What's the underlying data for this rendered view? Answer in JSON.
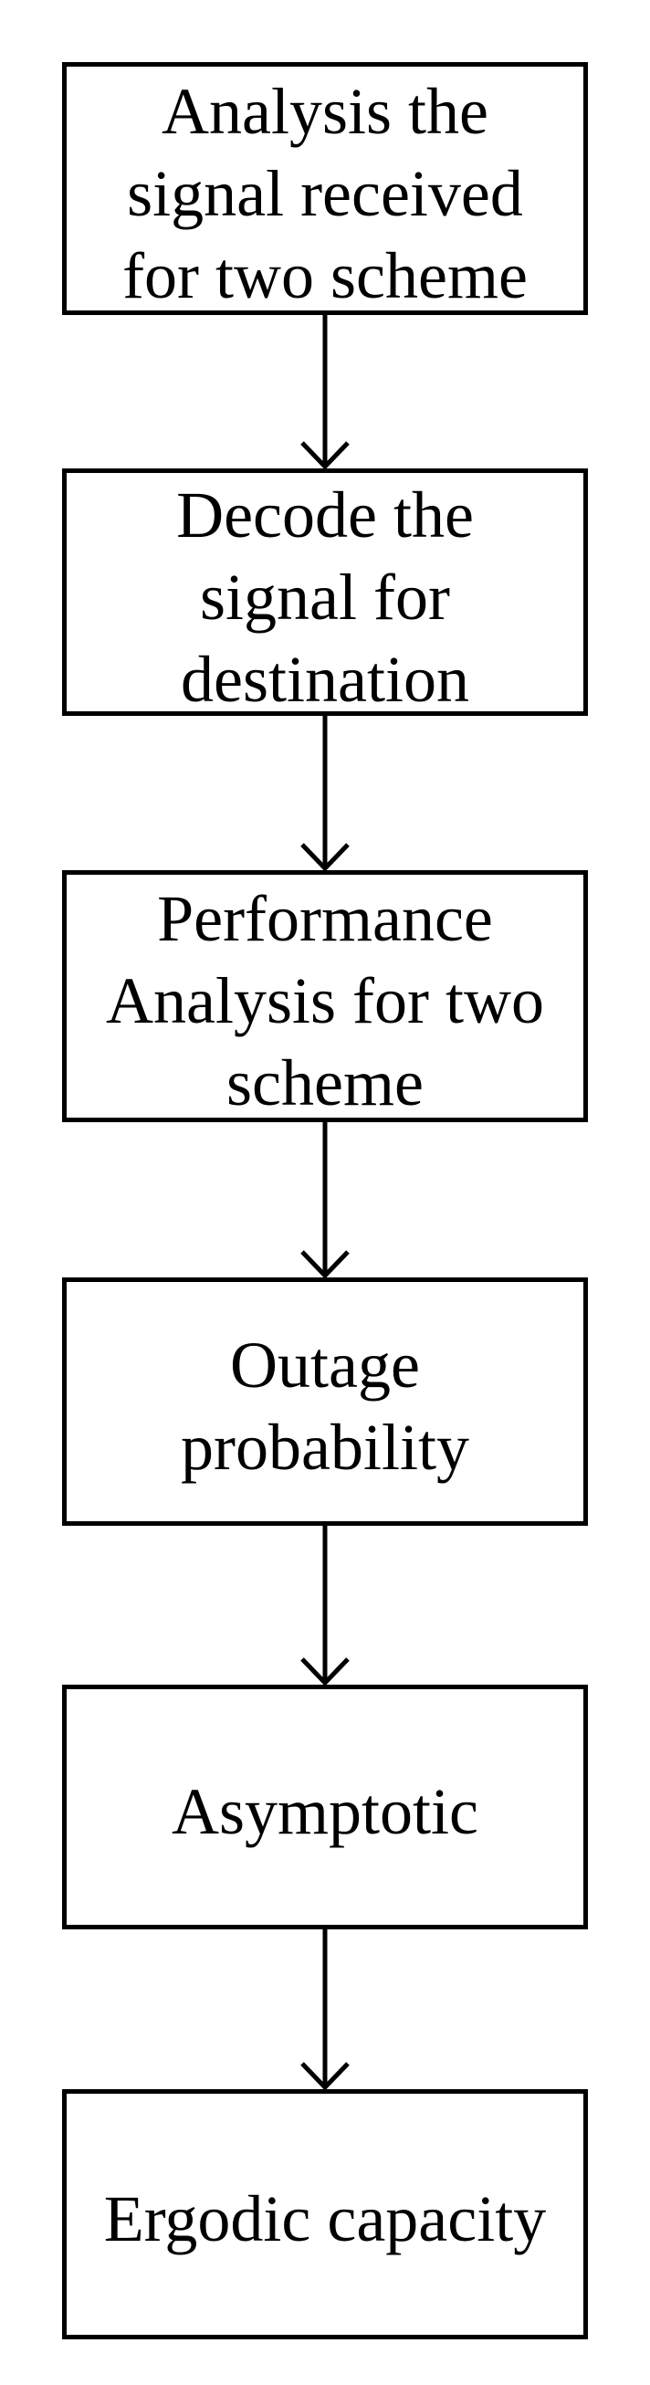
{
  "diagram": {
    "type": "flowchart",
    "direction": "top-down",
    "colors": {
      "box_border": "#000000",
      "box_fill": "#ffffff",
      "text": "#000000",
      "arrow": "#000000"
    },
    "boxes": [
      {
        "id": "analyze-received-signal",
        "label": "Analysis the\nsignal received\nfor two scheme"
      },
      {
        "id": "decode-signal",
        "label": "Decode the\nsignal for\ndestination"
      },
      {
        "id": "performance-analysis",
        "label": "Performance\nAnalysis for two\nscheme"
      },
      {
        "id": "outage-probability",
        "label": "Outage\nprobability"
      },
      {
        "id": "asymptotic",
        "label": "Asymptotic"
      },
      {
        "id": "ergodic-capacity",
        "label": "Ergodic capacity"
      }
    ],
    "connections": [
      {
        "from": "analyze-received-signal",
        "to": "decode-signal"
      },
      {
        "from": "decode-signal",
        "to": "performance-analysis"
      },
      {
        "from": "performance-analysis",
        "to": "outage-probability"
      },
      {
        "from": "outage-probability",
        "to": "asymptotic"
      },
      {
        "from": "asymptotic",
        "to": "ergodic-capacity"
      }
    ]
  }
}
